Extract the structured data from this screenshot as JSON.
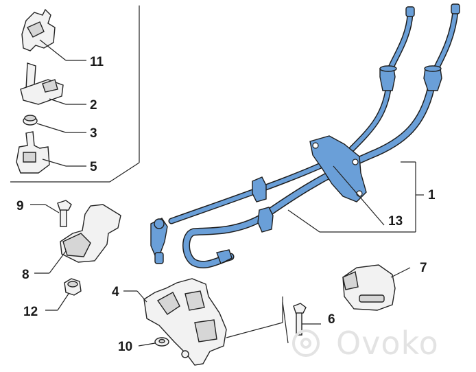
{
  "watermark": "Ovoko",
  "callouts": {
    "c11": "11",
    "c2": "2",
    "c3": "3",
    "c5": "5",
    "c9": "9",
    "c8": "8",
    "c12": "12",
    "c4": "4",
    "c10": "10",
    "c6": "6",
    "c1": "1",
    "c13": "13",
    "c7": "7"
  },
  "colors": {
    "highlight": "#6a9fd8",
    "line": "#1e1e1e",
    "part": "#f2f2f2"
  }
}
